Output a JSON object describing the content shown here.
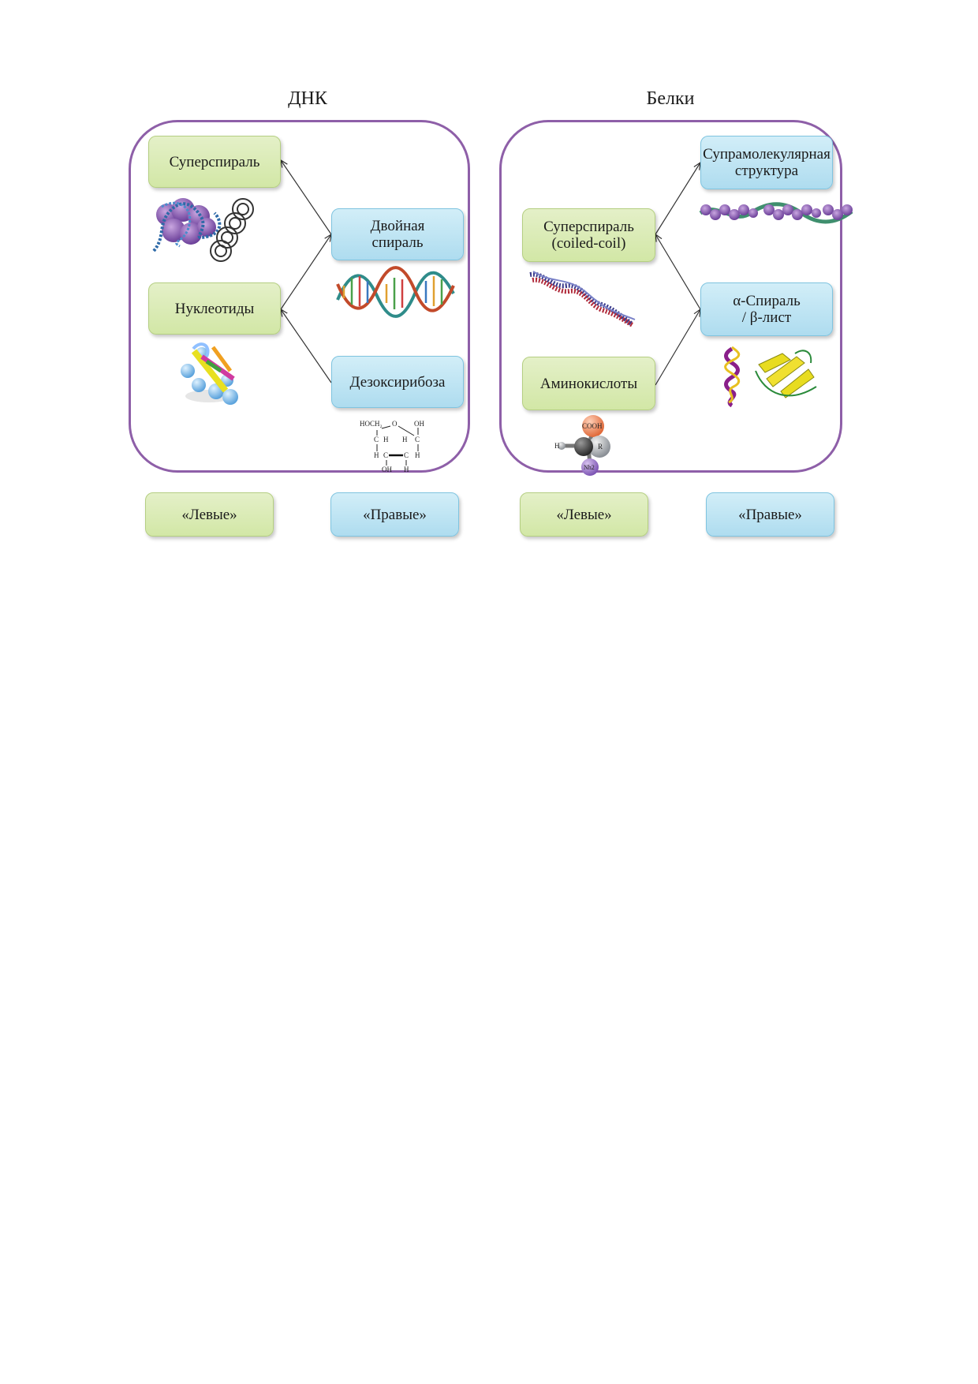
{
  "panels": {
    "dna": {
      "title": "ДНК",
      "supercoil": "Суперспираль",
      "double_helix": "Двойная\nспираль",
      "nucleotides": "Нуклеотиды",
      "deoxyribose": "Дезоксирибоза",
      "left_label": "«Левые»",
      "right_label": "«Правые»",
      "formula": {
        "hoch2": "HOCH₂",
        "o": "O",
        "oh_top": "OH",
        "c": "C",
        "h": "H",
        "oh_bottom": "OH"
      }
    },
    "proteins": {
      "title": "Белки",
      "supramolecular": "Супрамолекулярная\nструктура",
      "coiled_coil": "Суперспираль\n(coiled-coil)",
      "alpha_beta": "α-Спираль\n/ β-лист",
      "amino_acids": "Аминокислоты",
      "left_label": "«Левые»",
      "right_label": "«Правые»",
      "amino_model": {
        "cooh": "COOH",
        "r": "R",
        "h": "H",
        "nh2": "Nh2"
      }
    }
  },
  "colors": {
    "frame": "#8e5fa8",
    "green_box": "#d2e7a6",
    "blue_box": "#aedcef"
  }
}
